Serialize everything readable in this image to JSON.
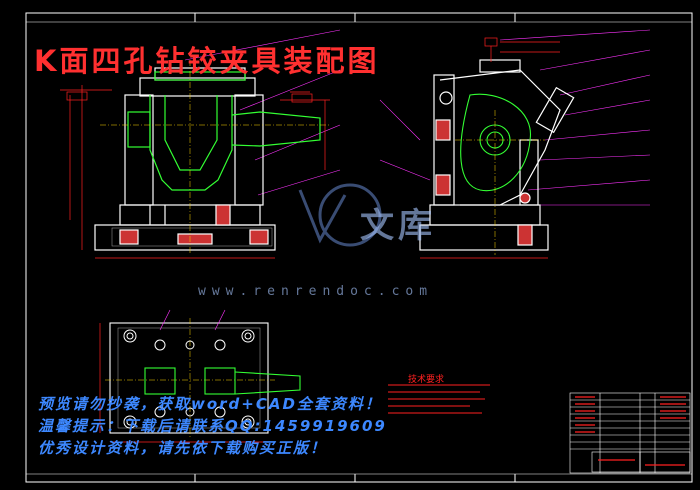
{
  "drawing": {
    "title": "K面四孔钻铰夹具装配图"
  },
  "watermark": {
    "logo_text": "文库",
    "url": "www.renrendoc.com"
  },
  "promo": {
    "line1": "预览请勿抄袭，获取word+CAD全套资料！",
    "line2": "温馨提示：下载后请联系QQ:1459919609",
    "line3": "优秀设计资料，请先依下载购买正版！"
  },
  "notes": {
    "heading": "技术要求"
  },
  "colors": {
    "background": "#000000",
    "border": "#ffffff",
    "part_outline": "#ffffff",
    "dimension": "#ff2020",
    "workpiece": "#33ff33",
    "leader": "#ff33ff",
    "title_red": "#ff3030",
    "promo_blue": "#3d88ff"
  }
}
